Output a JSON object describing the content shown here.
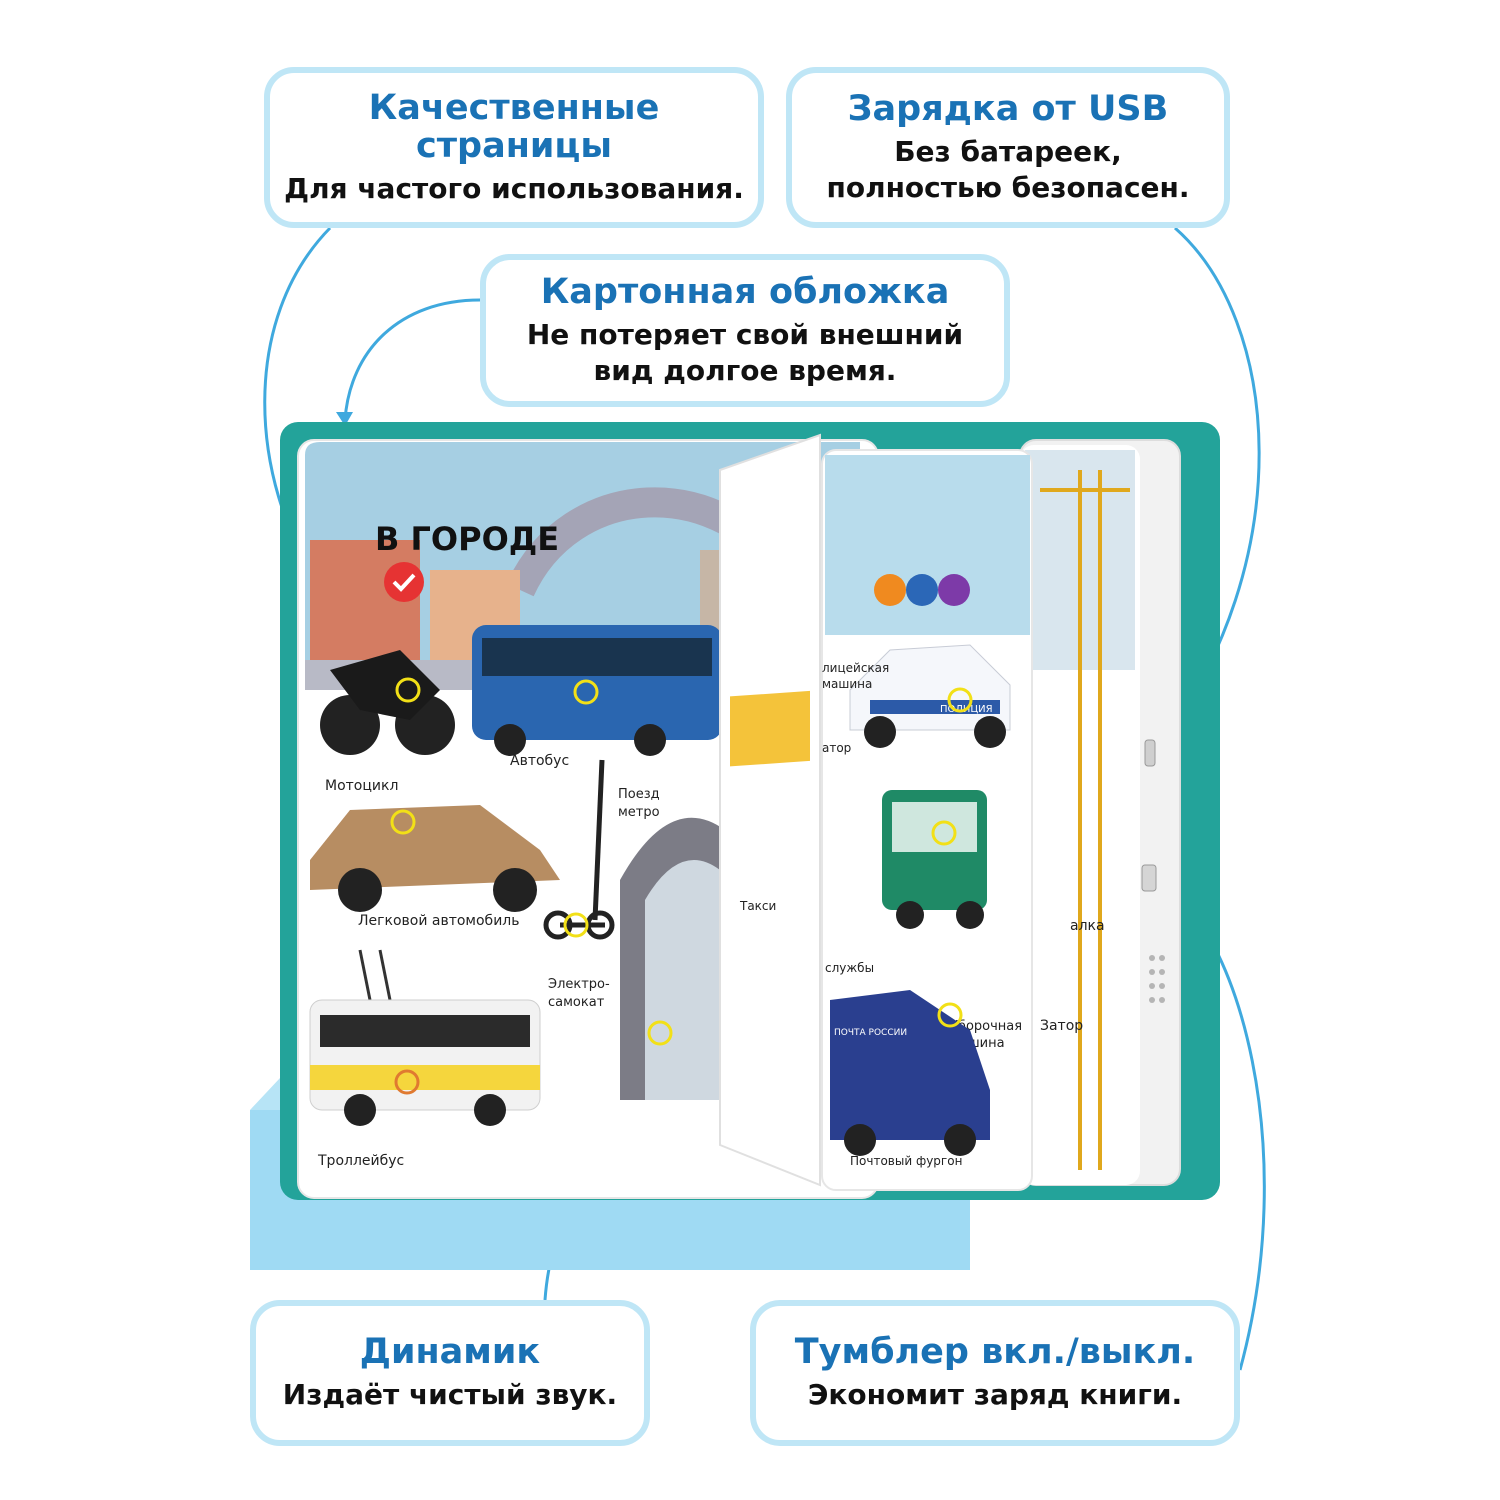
{
  "callouts": {
    "pages": {
      "title_line1": "Качественные",
      "title_line2": "страницы",
      "desc": "Для частого использования."
    },
    "usb": {
      "title": "Зарядка от USB",
      "desc_line1": "Без батареек,",
      "desc_line2": "полностью безопасен."
    },
    "cover": {
      "title": "Картонная обложка",
      "desc_line1": "Не потеряет свой внешний",
      "desc_line2": "вид долгое время."
    },
    "speaker": {
      "title": "Динамик",
      "desc": "Издаёт чистый звук."
    },
    "switch": {
      "title": "Тумблер вкл./выкл.",
      "desc": "Экономит заряд книги."
    }
  },
  "book": {
    "page_title": "В ГОРОДЕ",
    "labels": {
      "motorcycle": "Мотоцикл",
      "bus": "Автобус",
      "metro_line1": "Поезд",
      "metro_line2": "метро",
      "car": "Легковой автомобиль",
      "scooter_line1": "Электро-",
      "scooter_line2": "самокат",
      "trolleybus": "Троллейбус",
      "police_line1": "лицейская",
      "police_line2": "машина",
      "jam": "атор",
      "services": "службы",
      "sweeper_line1": "Уборочная",
      "sweeper_line2": "машина",
      "van": "Почтовый фургон",
      "van_brand": "ПОЧТА РОССИИ",
      "police_sign": "ПОЛИЦИЯ",
      "taxi": "Такси",
      "crane_label": "алка",
      "jam2": "Затор"
    }
  },
  "colors": {
    "callout_border": "#bfe6f6",
    "title_blue": "#1a72b5",
    "connector": "#3fa9de",
    "cover_teal": "#23a39a",
    "base_blue": "#9fdaf3"
  }
}
